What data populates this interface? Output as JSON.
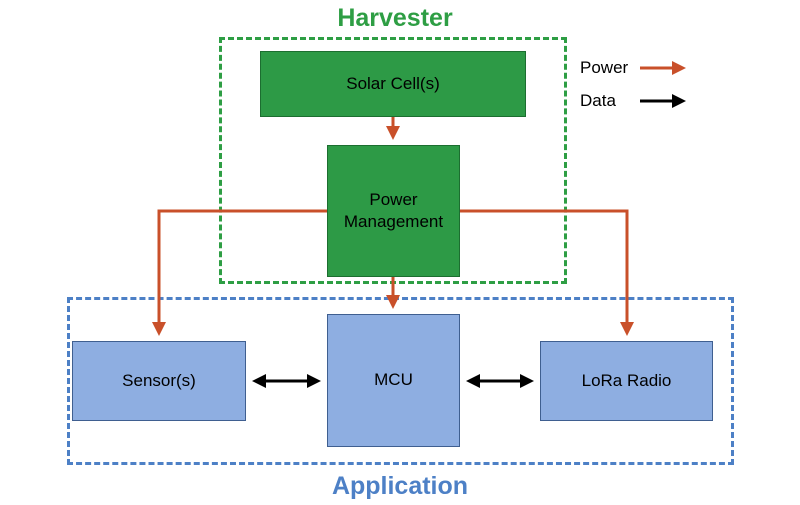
{
  "groups": {
    "harvester": "Harvester",
    "application": "Application"
  },
  "blocks": {
    "solar": "Solar Cell(s)",
    "power_management": "Power\nManagement",
    "sensor": "Sensor(s)",
    "mcu": "MCU",
    "lora": "LoRa Radio"
  },
  "legend": {
    "power": "Power",
    "data": "Data"
  },
  "colors": {
    "harvester": "#2e9e44",
    "application": "#4d80c6",
    "power_arrow": "#c9502a",
    "data_arrow": "#000000"
  }
}
